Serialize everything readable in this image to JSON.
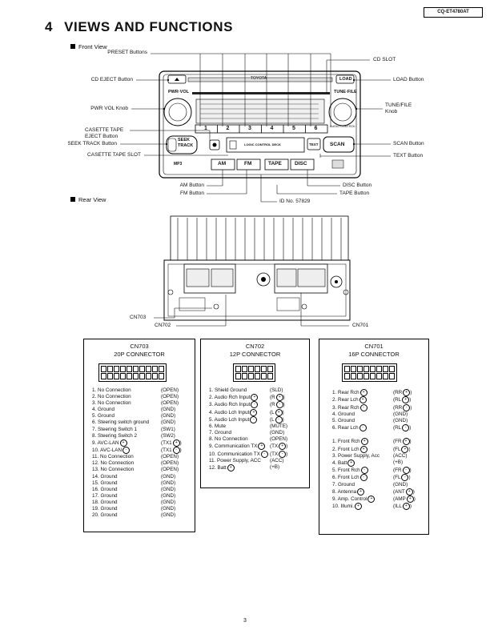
{
  "header": {
    "model_id": "CQ-ET4780AT"
  },
  "title": {
    "number": "4",
    "text": "VIEWS AND FUNCTIONS"
  },
  "front_view": {
    "heading": "Front View",
    "labels": {
      "preset": "PRESET Buttons",
      "cd_slot": "CD SLOT",
      "cd_eject": "CD EJECT Button",
      "load": "LOAD Button",
      "pwr_vol": "PWR VOL Knob",
      "tune_file": "TUNE/FILE Knob",
      "cassette_eject": "CASETTE TAPE EJECT Button",
      "seek_track": "SEEK TRACK Button",
      "scan": "SCAN Button",
      "cassette_slot": "CASETTE TAPE SLOT",
      "text": "TEXT Button",
      "am": "AM Button",
      "disc": "DISC Button",
      "fm": "FM Button",
      "tape": "TAPE Button",
      "id_no": "ID No. 57829"
    },
    "panel": {
      "brand": "TOYOTA",
      "pwr_vol": "PWR·VOL",
      "tune_file": "TUNE·FILE",
      "load": "LOAD",
      "presets": [
        "1",
        "2",
        "3",
        "4",
        "5",
        "6"
      ],
      "audio_control": "AUDIO CONTROL",
      "seek": "SEEK",
      "track": "TRACK",
      "logic": "LOGIC CONTROL DECK",
      "text": "TEXT",
      "scan": "SCAN",
      "am": "AM",
      "fm": "FM",
      "tape": "TAPE",
      "disc": "DISC",
      "mp3": "MP3"
    }
  },
  "rear_view": {
    "heading": "Rear View",
    "labels": {
      "cn703": "CN703",
      "cn702": "CN702",
      "cn701": "CN701"
    }
  },
  "connectors": [
    {
      "id": "CN703",
      "name": "20P CONNECTOR",
      "pins": [
        {
          "n": "1.",
          "name": "No Connection",
          "sig": "(OPEN)"
        },
        {
          "n": "2.",
          "name": "No Connection",
          "sig": "(OPEN)"
        },
        {
          "n": "3.",
          "name": "No Connection",
          "sig": "(OPEN)"
        },
        {
          "n": "4.",
          "name": "Ground",
          "sig": "(GND)"
        },
        {
          "n": "5.",
          "name": "Ground",
          "sig": "(GND)"
        },
        {
          "n": "6.",
          "name": "Steering switch ground",
          "sig": "(GND)"
        },
        {
          "n": "7.",
          "name": "Steering Switch 1",
          "sig": "(SW1)"
        },
        {
          "n": "8.",
          "name": "Steering Switch 2",
          "sig": "(SW2)"
        },
        {
          "n": "9.",
          "name": "AVC-LAN",
          "pol": "+",
          "sig": "(TX1",
          "sigpol": "+",
          "close": ")"
        },
        {
          "n": "10.",
          "name": "AVC-LAN",
          "pol": "-",
          "sig": "(TX1",
          "sigpol": "-",
          "close": ")"
        },
        {
          "n": "11.",
          "name": "No Connection",
          "sig": "(OPEN)"
        },
        {
          "n": "12.",
          "name": "No Connection",
          "sig": "(OPEN)"
        },
        {
          "n": "13.",
          "name": "No Connection",
          "sig": "(OPEN)"
        },
        {
          "n": "14.",
          "name": "Ground",
          "sig": "(GND)"
        },
        {
          "n": "15.",
          "name": "Ground",
          "sig": "(GND)"
        },
        {
          "n": "16.",
          "name": "Ground",
          "sig": "(GND)"
        },
        {
          "n": "17.",
          "name": "Ground",
          "sig": "(GND)"
        },
        {
          "n": "18.",
          "name": "Ground",
          "sig": "(GND)"
        },
        {
          "n": "19.",
          "name": "Ground",
          "sig": "(GND)"
        },
        {
          "n": "20.",
          "name": "Ground",
          "sig": "(GND)"
        }
      ]
    },
    {
      "id": "CN702",
      "name": "12P CONNECTOR",
      "pins": [
        {
          "n": "1.",
          "name": "Shield Ground",
          "sig": "(SLD)"
        },
        {
          "n": "2.",
          "name": "Audio Rch Input",
          "pol": "+",
          "sig": "(R",
          "sigpol": "+",
          "close": ")"
        },
        {
          "n": "3.",
          "name": "Audio Rch Input",
          "pol": "-",
          "sig": "(R",
          "sigpol": "-",
          "close": ")"
        },
        {
          "n": "4.",
          "name": "Audio Lch Input",
          "pol": "+",
          "sig": "(L",
          "sigpol": "+",
          "close": ")"
        },
        {
          "n": "5.",
          "name": "Audio Lch Input",
          "pol": "-",
          "sig": "(L",
          "sigpol": "-",
          "close": ")"
        },
        {
          "n": "6.",
          "name": "Mute",
          "sig": "(MUTE)"
        },
        {
          "n": "7.",
          "name": "Ground",
          "sig": "(GND)"
        },
        {
          "n": "8.",
          "name": "No Connection",
          "sig": "(OPEN)"
        },
        {
          "n": "9.",
          "name": "Communication TX",
          "pol": "+",
          "sig": "(TX",
          "sigpol": "+",
          "close": ")"
        },
        {
          "n": "10.",
          "name": "Communication TX",
          "pol": "-",
          "sig": "(TX",
          "sigpol": "-",
          "close": ")"
        },
        {
          "n": "11.",
          "name": "Power Supply, ACC",
          "sig": "(ACC)"
        },
        {
          "n": "12.",
          "name": "Batt",
          "pol": "+",
          "sig": "(+B)"
        }
      ]
    },
    {
      "id": "CN701",
      "name": "16P CONNECTOR",
      "pins": [
        {
          "n": "1.",
          "name": "Rear Rch",
          "pol": "+",
          "sig": "(RR",
          "sigpol": "+",
          "close": ")"
        },
        {
          "n": "2.",
          "name": "Rear Lch",
          "pol": "+",
          "sig": "(RL",
          "sigpol": "+",
          "close": ")"
        },
        {
          "n": "3.",
          "name": "Rear Rch",
          "pol": "-",
          "sig": "(RR",
          "sigpol": "-",
          "close": ")"
        },
        {
          "n": "4.",
          "name": "Ground",
          "sig": "(GND)"
        },
        {
          "n": "5.",
          "name": "Ground",
          "sig": "(GND)"
        },
        {
          "n": "6.",
          "name": "Rear Lch",
          "pol": "-",
          "sig": "(RL",
          "sigpol": "-",
          "close": ")"
        },
        {
          "n": "",
          "name": "",
          "sig": ""
        },
        {
          "n": "1.",
          "name": "Front Rch",
          "pol": "+",
          "sig": "(FR",
          "sigpol": "+",
          "close": ")"
        },
        {
          "n": "2.",
          "name": "Front Lch",
          "pol": "+",
          "sig": "(FL",
          "sigpol": "+",
          "close": ")"
        },
        {
          "n": "3.",
          "name": "Power Supply, Acc",
          "sig": "(ACC)"
        },
        {
          "n": "4.",
          "name": "Batt",
          "pol": "+",
          "sig": "(+B)"
        },
        {
          "n": "5.",
          "name": "Front Rch",
          "pol": "-",
          "sig": "(FR",
          "sigpol": "-",
          "close": ")"
        },
        {
          "n": "6.",
          "name": "Front Lch",
          "pol": "-",
          "sig": "(FL",
          "sigpol": "-",
          "close": ")"
        },
        {
          "n": "7.",
          "name": "Ground",
          "sig": "(GND)"
        },
        {
          "n": "8.",
          "name": "Antenna",
          "pol": "+",
          "sig": "(ANT",
          "sigpol": "+",
          "close": ")"
        },
        {
          "n": "9.",
          "name": "Amp. Control",
          "pol": "+",
          "sig": "(AMP",
          "sigpol": "+",
          "close": ")"
        },
        {
          "n": "10.",
          "name": "Illumi.",
          "pol": "+",
          "sig": "(ILL",
          "sigpol": "+",
          "close": ")"
        }
      ]
    }
  ],
  "footer": {
    "page_number": "3"
  }
}
